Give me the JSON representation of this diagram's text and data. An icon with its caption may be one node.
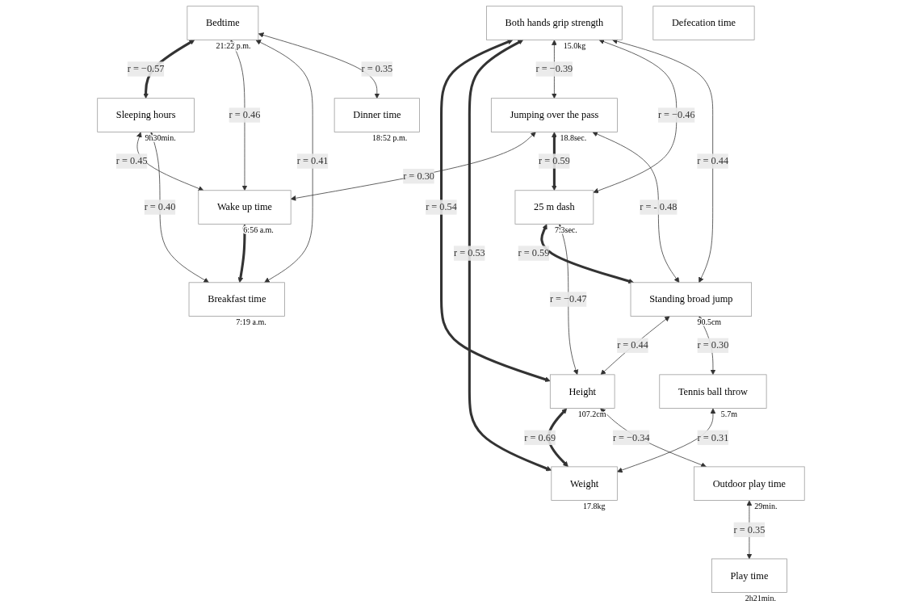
{
  "diagram": {
    "nodes": [
      {
        "text": [
          "Both hands grip strength"
        ],
        "beside": [
          "15.0kg"
        ]
      },
      {
        "text": [
          "Sleeping hours"
        ],
        "beside": [
          "9h30min."
        ]
      },
      {
        "text": [
          "Wake up time"
        ],
        "beside": [
          "6:56 a.m."
        ]
      },
      {
        "text": [
          "Jumping over the pass"
        ],
        "beside": [
          "18.8sec."
        ]
      },
      {
        "text": [
          "Bedtime"
        ],
        "beside": [
          "21:22 p.m."
        ]
      },
      {
        "text": [
          "Height"
        ],
        "beside": [
          "107.2cm"
        ]
      },
      {
        "text": [
          "Dinner time"
        ],
        "beside": [
          "18:52 p.m."
        ]
      },
      {
        "text": [
          "25 m dash"
        ],
        "beside": [
          "7.3sec."
        ]
      },
      {
        "text": [
          "Breakfast time"
        ],
        "beside": [
          "7:19 a.m."
        ]
      },
      {
        "text": [
          "Standing broad jump"
        ],
        "beside": [
          "90.5cm"
        ]
      },
      {
        "text": [
          "Weight"
        ],
        "beside": [
          "17.8kg"
        ]
      },
      {
        "text": [
          "Defecation time"
        ]
      },
      {
        "text": [
          "Outdoor play time"
        ],
        "beside": [
          "29min."
        ]
      },
      {
        "text": [
          "Play time"
        ],
        "beside": [
          "2h21min."
        ]
      },
      {
        "text": [
          "Tennis ball throw"
        ],
        "beside": [
          "5.7m"
        ]
      }
    ],
    "edges": [
      {
        "from": 0,
        "to": 5,
        "arrow": "both",
        "label": "r = 0.54",
        "style": "thick"
      },
      {
        "from": 0,
        "to": 10,
        "arrow": "both",
        "label": "r = 0.53",
        "style": "thick"
      },
      {
        "from": 0,
        "to": 3,
        "arrow": "both",
        "label": "r = −0.39"
      },
      {
        "from": 0,
        "to": 7,
        "arrow": "both",
        "label": "r = −0.46"
      },
      {
        "from": 0,
        "to": 9,
        "arrow": "both",
        "label": "r = 0.44"
      },
      {
        "from": 4,
        "to": 1,
        "arrow": "both",
        "label": "r = −0.57",
        "style": "thick"
      },
      {
        "from": 1,
        "to": 2,
        "arrow": "both",
        "label": "r = 0.45"
      },
      {
        "from": 1,
        "to": 8,
        "arrow": "both",
        "label": "r = 0.40"
      },
      {
        "from": 4,
        "to": 2,
        "arrow": "both",
        "label": "r = 0.46"
      },
      {
        "from": 4,
        "to": 8,
        "arrow": "both",
        "label": "r = 0.41"
      },
      {
        "from": 4,
        "to": 6,
        "arrow": "both",
        "label": "r = 0.35"
      },
      {
        "from": 3,
        "to": 2,
        "arrow": "both",
        "label": "r = 0.30"
      },
      {
        "from": 3,
        "to": 7,
        "arrow": "both",
        "label": "r = 0.59",
        "style": "thick"
      },
      {
        "from": 3,
        "to": 9,
        "arrow": "both",
        "label": "r = - 0.48"
      },
      {
        "from": 7,
        "to": 9,
        "arrow": "both",
        "label": "r = 0.59",
        "style": "thick"
      },
      {
        "from": 7,
        "to": 5,
        "arrow": "both",
        "label": "r = −0.47"
      },
      {
        "from": 9,
        "to": 5,
        "arrow": "both",
        "label": "r = 0.44"
      },
      {
        "from": 2,
        "to": 8,
        "arrow": "both",
        "style": "thick"
      },
      {
        "from": 5,
        "to": 10,
        "arrow": "both",
        "label": "r = 0.69",
        "style": "thick"
      },
      {
        "from": 5,
        "to": 12,
        "arrow": "both",
        "label": "r = −0.34"
      },
      {
        "from": 12,
        "to": 13,
        "arrow": "both",
        "label": "r = 0.35"
      },
      {
        "from": 9,
        "to": 14,
        "arrow": "both",
        "label": "r = 0.30"
      },
      {
        "from": 14,
        "to": 10,
        "arrow": "both",
        "label": "r = 0.31"
      }
    ]
  }
}
